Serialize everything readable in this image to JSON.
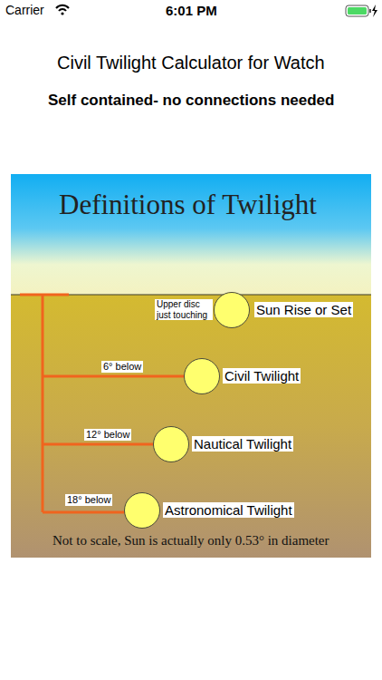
{
  "diagram": {
    "title": "Civil Twilight Calculator for Watch",
    "caption": "Not to scale, Sun is actually only 0.53° in diameter",
    "nodes": [
      {
        "text": [
          "Upper disc just touching",
          "Sun Rise or Set"
        ]
      },
      {
        "text": [
          "Civil Twilight"
        ]
      },
      {
        "text": [
          "Nautical Twilight"
        ]
      },
      {
        "text": [
          "Astronomical Twilight"
        ]
      }
    ],
    "labels": [
      "Carrier",
      "6:01 PM",
      "Self contained- no connections needed",
      "Definitions of Twilight",
      "6° below",
      "12° below",
      "18° below"
    ]
  }
}
